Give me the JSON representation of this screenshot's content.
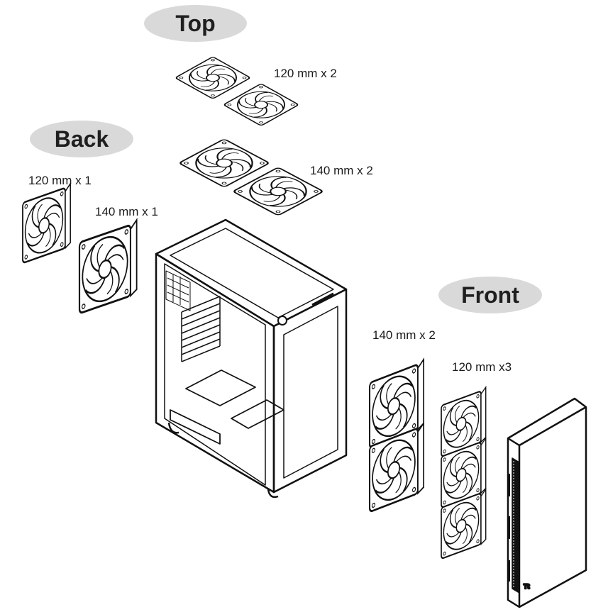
{
  "sections": {
    "top": "Top",
    "back": "Back",
    "front": "Front"
  },
  "labels": {
    "top_120": "120 mm x 2",
    "top_140": "140 mm x 2",
    "back_120": "120 mm x 1",
    "back_140": "140 mm x 1",
    "front_140": "140 mm x 2",
    "front_120": "120 mm x3"
  },
  "panel_logo": "Tt",
  "colors": {
    "line": "#111111",
    "pill": "#d9d9d9"
  }
}
